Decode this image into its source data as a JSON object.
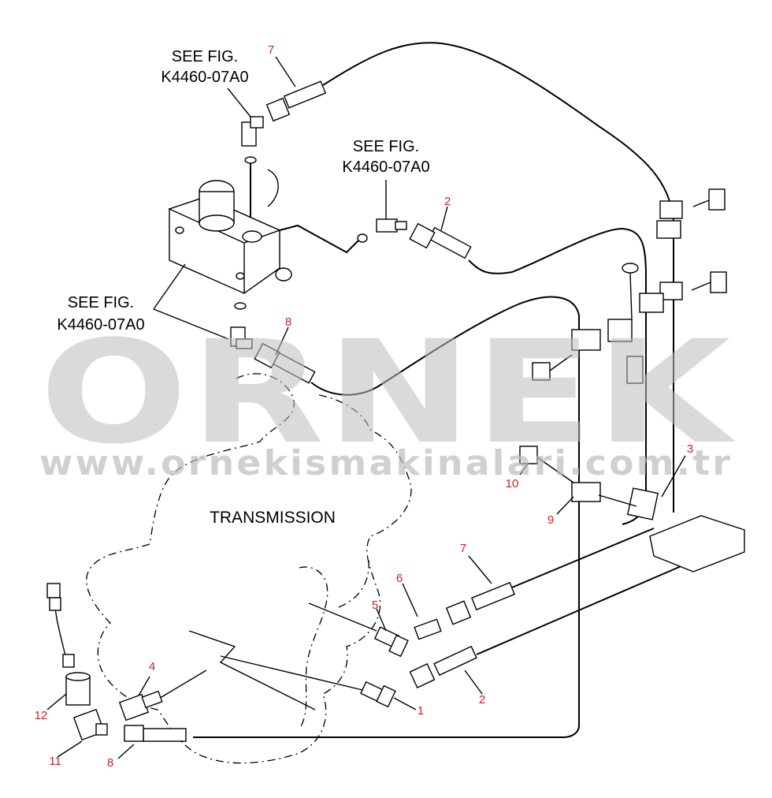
{
  "watermark": {
    "brand": "ORNEK",
    "url": "www.ornekismakinalari.com.tr",
    "color": "#bdbdbd"
  },
  "references": [
    {
      "line1": "SEE FIG.",
      "line2": "K4460-07A0"
    },
    {
      "line1": "SEE FIG.",
      "line2": "K4460-07A0"
    },
    {
      "line1": "SEE FIG.",
      "line2": "K4460-07A0"
    }
  ],
  "component_label": "TRANSMISSION",
  "callouts": {
    "c1": "1",
    "c2a": "2",
    "c2b": "2",
    "c3": "3",
    "c4": "4",
    "c5": "5",
    "c6": "6",
    "c7a": "7",
    "c7b": "7",
    "c8a": "8",
    "c8b": "8",
    "c9": "9",
    "c10": "10",
    "c11": "11",
    "c12": "12"
  },
  "colors": {
    "callout": "#cc2222",
    "ink": "#000000"
  }
}
